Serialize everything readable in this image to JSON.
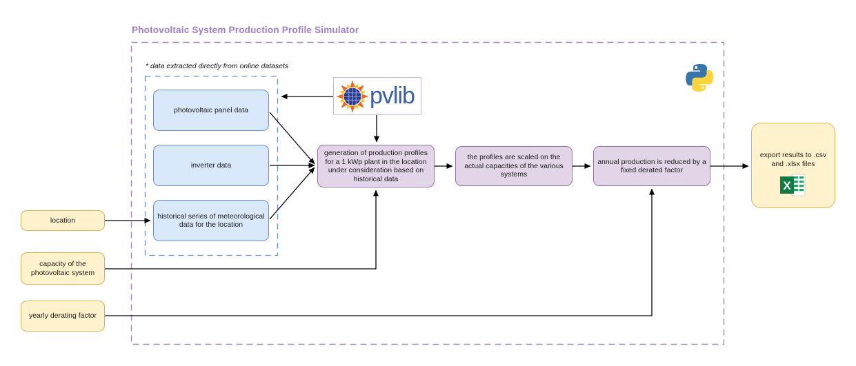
{
  "title": "Photovoltaic System Production Profile Simulator",
  "note": "* data extracted directly from online datasets",
  "inputs": [
    {
      "label": "location"
    },
    {
      "label": "capacity of the photovoltaic system"
    },
    {
      "label": "yearly derating factor"
    }
  ],
  "datasets": [
    {
      "label": "photovoltaic panel data"
    },
    {
      "label": "inverter data"
    },
    {
      "label": "historical series of meteorological data for the location"
    }
  ],
  "process_steps": [
    {
      "label": "generation of production profiles for a 1 kWp plant in the location under consideration based on historical data"
    },
    {
      "label": "the profiles are scaled on the actual capacities of the various systems"
    },
    {
      "label": "annual production is reduced by a fixed derated factor"
    }
  ],
  "output": {
    "label": "export results to .csv and .xlsx files"
  },
  "logos": {
    "pvlib_label": "pvlib",
    "pvlib_sun_icon": "pvlib-sun-icon",
    "python_icon": "python-logo",
    "excel_icon": "excel-logo"
  },
  "colors": {
    "title_purple": "#9f7cc7",
    "outer_dash_purple": "#a584c6",
    "purple_fill": "#e1d5e7",
    "purple_border": "#9673a6",
    "blue_fill": "#dae8fc",
    "blue_border": "#6c8ebf",
    "yellow_fill": "#fff2cc",
    "yellow_border": "#d6b656",
    "arrow_black": "#000000",
    "pvlib_blue": "#3a5dae",
    "pvlib_orange": "#f26522",
    "pvlib_yellow": "#ffc20e",
    "excel_green": "#107c41",
    "python_blue": "#3776ab",
    "python_yellow": "#ffd43b"
  }
}
